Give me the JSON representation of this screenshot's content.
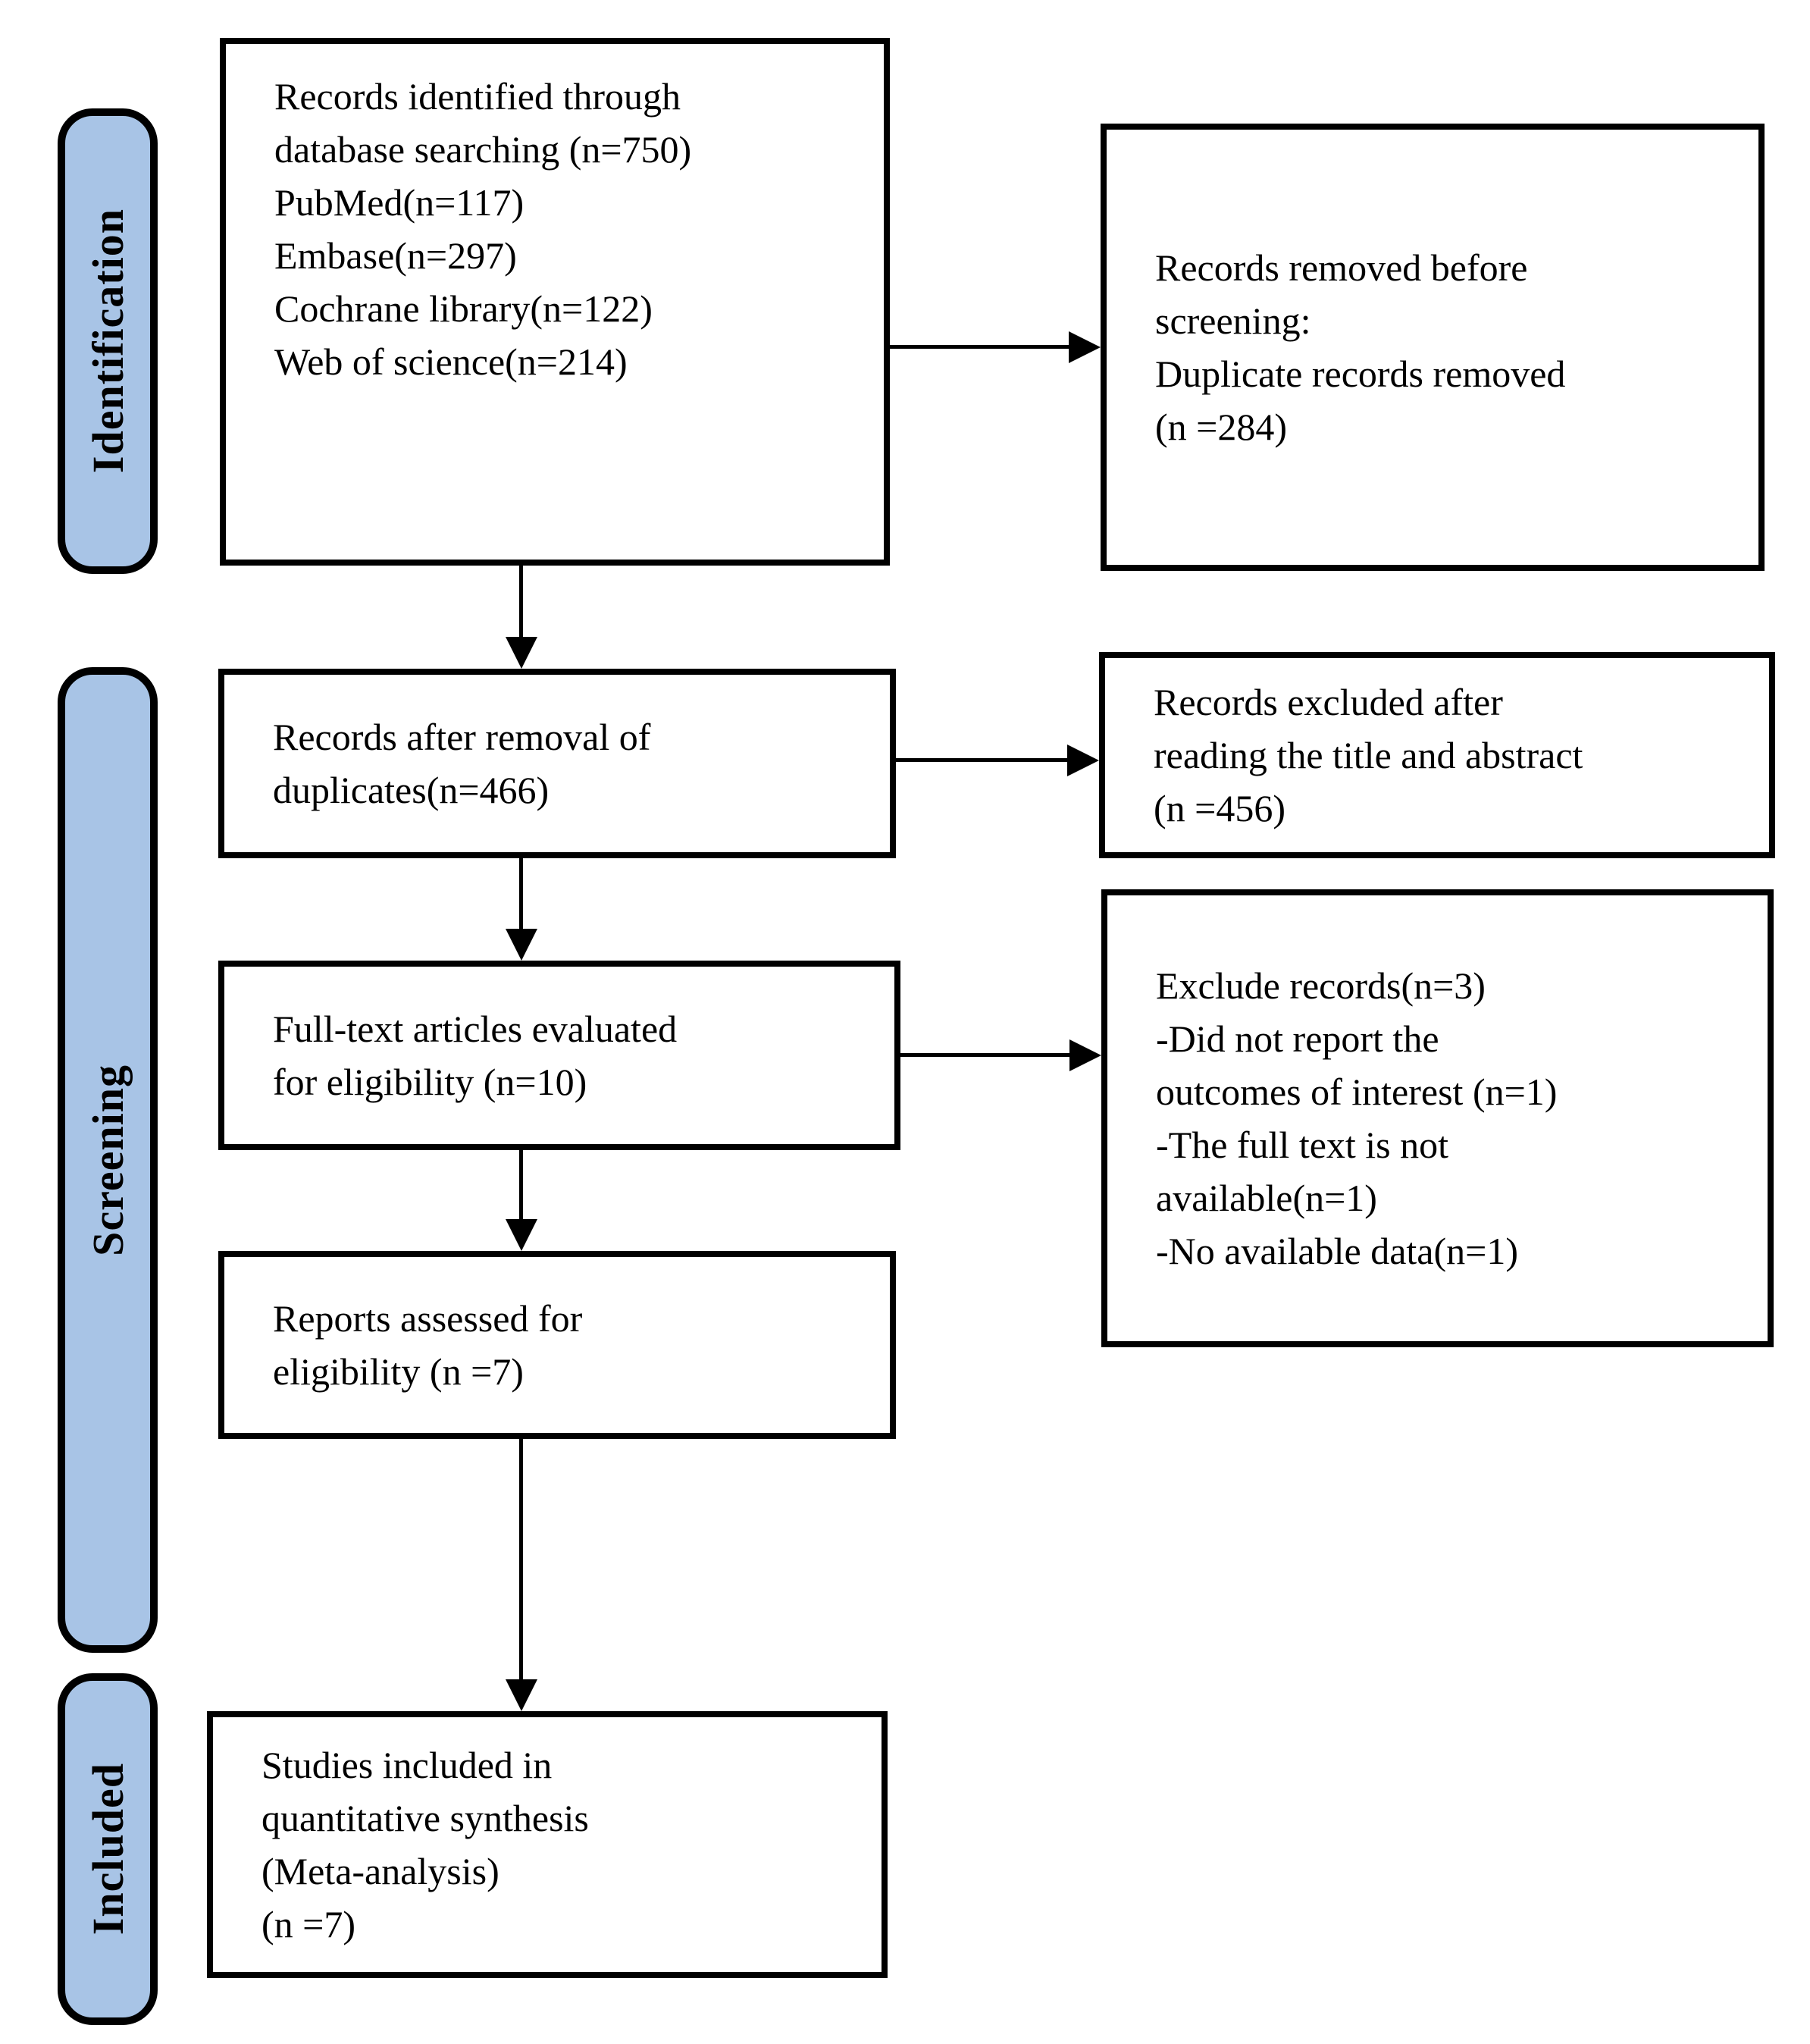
{
  "colors": {
    "stage_fill": "#a8c4e6",
    "stage_border": "#000000",
    "box_background": "#ffffff",
    "box_border": "#000000",
    "arrow": "#000000",
    "page_background": "#ffffff"
  },
  "stages": [
    {
      "label": "Identification"
    },
    {
      "label": "Screening"
    },
    {
      "label": "Included"
    }
  ],
  "boxes": [
    {
      "name": "records-identified",
      "text": "Records identified through\ndatabase searching (n=750)\nPubMed(n=117)\nEmbase(n=297)\nCochrane library(n=122)\nWeb of science(n=214)"
    },
    {
      "name": "records-removed-before-screening",
      "text": "Records removed before\nscreening:\nDuplicate records removed\n(n =284)"
    },
    {
      "name": "records-after-duplicates-removed",
      "text": "Records after removal of\nduplicates(n=466)"
    },
    {
      "name": "records-excluded-title-abstract",
      "text": "Records excluded after\nreading the title and abstract\n(n =456)"
    },
    {
      "name": "full-text-articles-evaluated",
      "text": "Full-text articles evaluated\nfor eligibility (n=10)"
    },
    {
      "name": "exclude-records",
      "text": "Exclude records(n=3)\n-Did not report the\noutcomes of interest (n=1)\n-The full text is not\navailable(n=1)\n-No available data(n=1)"
    },
    {
      "name": "reports-assessed",
      "text": "Reports assessed for\neligibility (n =7)"
    },
    {
      "name": "studies-included",
      "text": "Studies included in\nquantitative synthesis\n(Meta-analysis)\n(n =7)"
    }
  ],
  "connections": [
    {
      "from": "records-identified",
      "to": "records-removed-before-screening"
    },
    {
      "from": "records-identified",
      "to": "records-after-duplicates-removed"
    },
    {
      "from": "records-after-duplicates-removed",
      "to": "records-excluded-title-abstract"
    },
    {
      "from": "records-after-duplicates-removed",
      "to": "full-text-articles-evaluated"
    },
    {
      "from": "full-text-articles-evaluated",
      "to": "exclude-records"
    },
    {
      "from": "full-text-articles-evaluated",
      "to": "reports-assessed"
    },
    {
      "from": "reports-assessed",
      "to": "studies-included"
    }
  ]
}
